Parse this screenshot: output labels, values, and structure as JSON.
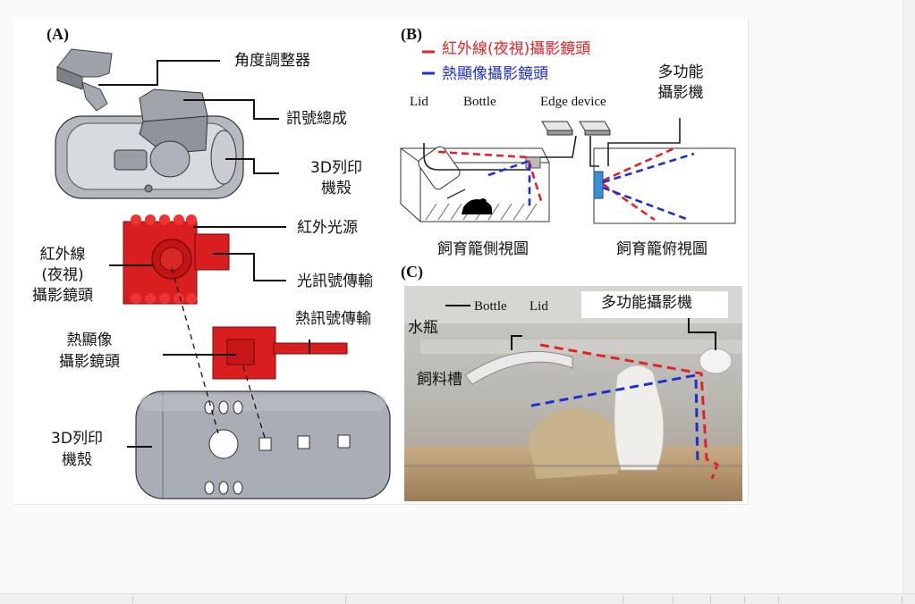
{
  "panel_a": {
    "label": "(A)",
    "angle_adjuster": "角度調整器",
    "signal_assembly": "訊號總成",
    "printed_case_top_line1": "3D列印",
    "printed_case_top_line2": "機殼",
    "ir_light": "紅外光源",
    "ir_camera_line1": "紅外線",
    "ir_camera_line2": "(夜視)",
    "ir_camera_line3": "攝影鏡頭",
    "optical_signal": "光訊號傳輸",
    "thermal_signal": "熱訊號傳輸",
    "thermal_camera_line1": "熱顯像",
    "thermal_camera_line2": "攝影鏡頭",
    "printed_case_bottom_line1": "3D列印",
    "printed_case_bottom_line2": "機殼"
  },
  "panel_b": {
    "label": "(B)",
    "legend_ir": "紅外線(夜視)攝影鏡頭",
    "legend_thermal": "熱顯像攝影鏡頭",
    "lid": "Lid",
    "bottle": "Bottle",
    "edge_device": "Edge device",
    "multi_camera_line1": "多功能",
    "multi_camera_line2": "攝影機",
    "side_view": "飼育籠側視圖",
    "top_view": "飼育籠俯視圖"
  },
  "panel_c": {
    "label": "(C)",
    "bottle": "Bottle",
    "lid": "Lid",
    "water_bottle": "水瓶",
    "multi_camera": "多功能攝影機",
    "feeder": "飼料槽"
  },
  "colors": {
    "ir_line": "#e0242a",
    "thermal_line": "#1f2fd0",
    "device_red": "#d81e1e",
    "case_gray": "#a9adb5"
  }
}
